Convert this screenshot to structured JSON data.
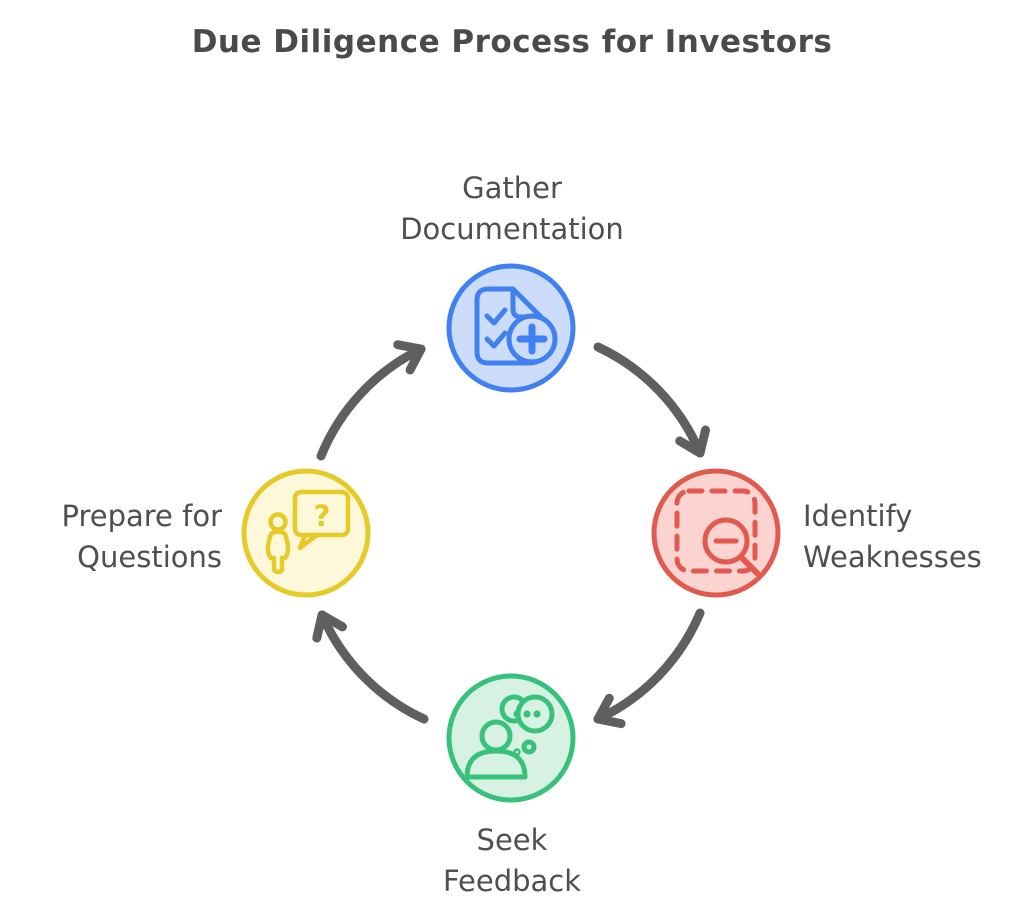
{
  "title": "Due Diligence Process for Investors",
  "colors": {
    "background": "#ffffff",
    "title_text": "#4a4a4a",
    "label_text": "#4f4f4f",
    "arrow": "#5f5f5f"
  },
  "diagram_type": "circular-process-cycle",
  "flow_order": [
    "gather",
    "identify",
    "seek",
    "prepare"
  ],
  "nodes": {
    "gather": {
      "line1": "Gather",
      "line2": "Documentation",
      "position": "top",
      "icon": "document-checklist-add-icon",
      "stroke": "#4080f0",
      "fill": "#cddcfa"
    },
    "identify": {
      "line1": "Identify",
      "line2": "Weaknesses",
      "position": "right",
      "icon": "magnifier-selection-icon",
      "stroke": "#e15a4f",
      "fill": "#fbd3d0"
    },
    "seek": {
      "line1": "Seek",
      "line2": "Feedback",
      "position": "bottom",
      "icon": "person-thought-bubble-icon",
      "stroke": "#38c17b",
      "fill": "#d7f2e3"
    },
    "prepare": {
      "line1": "Prepare for",
      "line2": "Questions",
      "position": "left",
      "icon": "person-question-bubble-icon",
      "stroke": "#e5ca28",
      "fill": "#fcf8d9",
      "question_mark": "?"
    }
  }
}
